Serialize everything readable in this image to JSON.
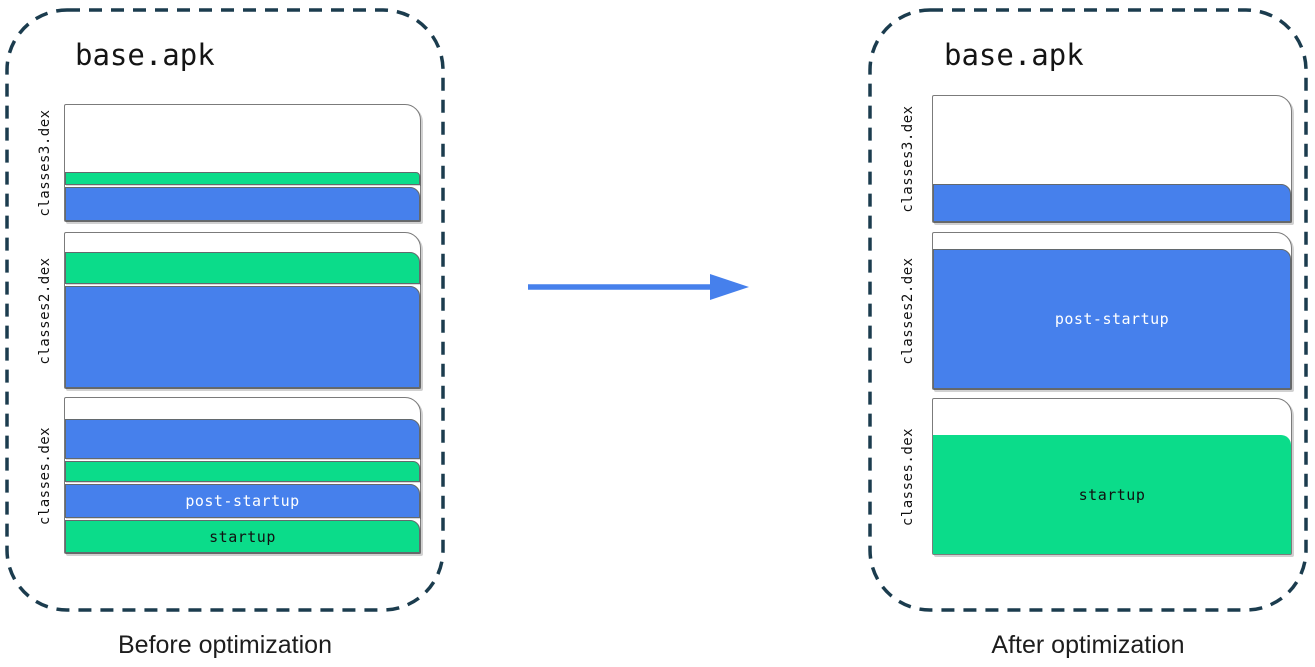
{
  "colors": {
    "blue": "#4680EC",
    "green": "#0BDC8A",
    "panel_dash_border": "#1B3C4E",
    "page_border": "#7B7B7B",
    "arrow": "#4680EC",
    "band_label_light": "#FFFFFF",
    "band_label_dark": "#111111"
  },
  "panels": {
    "before": {
      "title": "base.apk",
      "caption": "Before optimization",
      "files": [
        {
          "name": "classes3.dex",
          "segments": [
            {
              "color": "green",
              "h": 13
            },
            {
              "color": "blue",
              "h": 34
            }
          ]
        },
        {
          "name": "classes2.dex",
          "segments": [
            {
              "color": "green",
              "h": 32
            },
            {
              "color": "blue",
              "h": 102
            }
          ]
        },
        {
          "name": "classes.dex",
          "segments": [
            {
              "color": "blue",
              "h": 40
            },
            {
              "color": "green",
              "h": 21
            },
            {
              "color": "blue",
              "h": 34,
              "label": "post-startup",
              "label_tone": "light"
            },
            {
              "color": "green",
              "h": 33,
              "label": "startup",
              "label_tone": "dark"
            }
          ]
        }
      ]
    },
    "after": {
      "title": "base.apk",
      "caption": "After optimization",
      "files": [
        {
          "name": "classes3.dex",
          "segments": [
            {
              "color": "blue",
              "h": 38
            }
          ]
        },
        {
          "name": "classes2.dex",
          "segments": [
            {
              "color": "blue",
              "h": 140,
              "label": "post-startup",
              "label_tone": "light"
            }
          ]
        },
        {
          "name": "classes.dex",
          "segments": [
            {
              "color": "green",
              "h": 119,
              "label": "startup",
              "label_tone": "dark",
              "frameless": true
            }
          ]
        }
      ]
    }
  }
}
